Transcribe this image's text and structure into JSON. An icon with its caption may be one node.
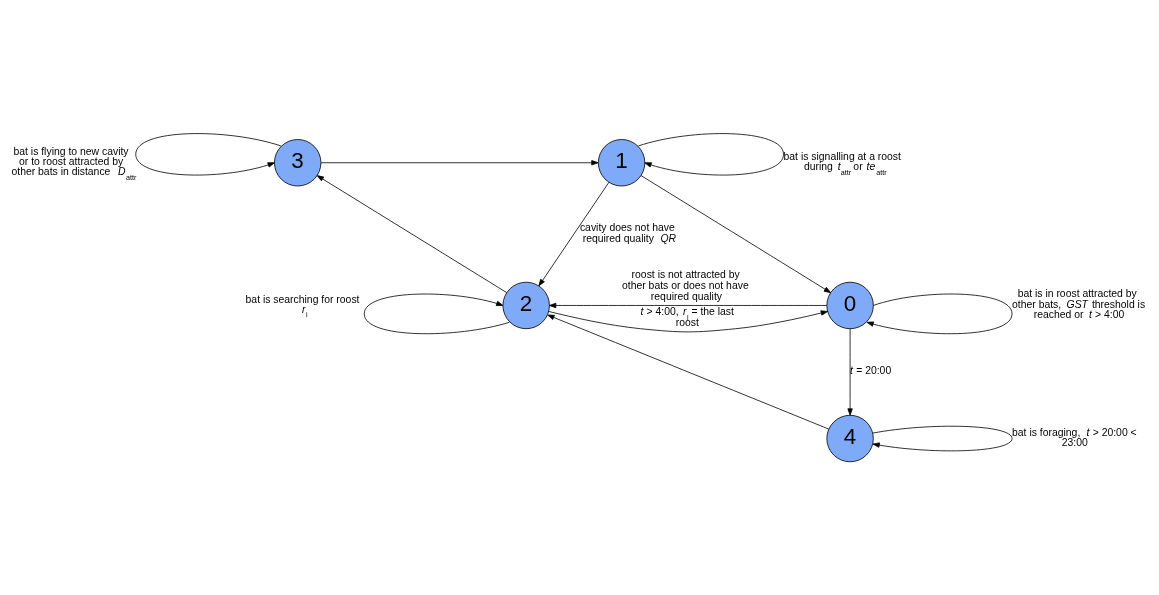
{
  "diagram": {
    "nodes": [
      {
        "text": [
          "3"
        ]
      },
      {
        "text": [
          "1"
        ]
      },
      {
        "text": [
          "2"
        ]
      },
      {
        "text": [
          "0"
        ]
      },
      {
        "text": [
          "4"
        ]
      }
    ],
    "edges": [
      {
        "from": 0,
        "to": 0,
        "arrow": "to",
        "label": "bat is flying to new cavity or to roost attracted by other bats in distance *D*$_{attr}$"
      },
      {
        "from": 0,
        "to": 1,
        "arrow": "to"
      },
      {
        "from": 1,
        "to": 1,
        "arrow": "to",
        "label": "bat is signalling at a roost during *t*$_{attr}$ or *te*$_{attr}$"
      },
      {
        "from": 1,
        "to": 2,
        "arrow": "to",
        "label": "cavity does not have required quality *QR*"
      },
      {
        "from": 1,
        "to": 3,
        "arrow": "to"
      },
      {
        "from": 2,
        "to": 2,
        "arrow": "to",
        "label": "bat is searching for roost *r*$_{i}$"
      },
      {
        "from": 2,
        "to": 0,
        "arrow": "to"
      },
      {
        "from": 2,
        "to": 3,
        "arrow": "to",
        "label": "*t* > 4:00, *r*$_{i}$ = the last roost"
      },
      {
        "from": 3,
        "to": 2,
        "arrow": "to",
        "label": "roost is not attracted by other bats or does not have required quality"
      },
      {
        "from": 3,
        "to": 3,
        "arrow": "to",
        "label": "bat is in roost attracted by other bats, *GST* threshold is reached or *t* > 4:00"
      },
      {
        "from": 3,
        "to": 4,
        "arrow": "to",
        "label": "*t* = 20:00"
      },
      {
        "from": 4,
        "to": 2,
        "arrow": "to"
      },
      {
        "from": 4,
        "to": 4,
        "arrow": "to",
        "label": "bat is foraging, *t* > 20:00 < 23:00"
      }
    ]
  }
}
